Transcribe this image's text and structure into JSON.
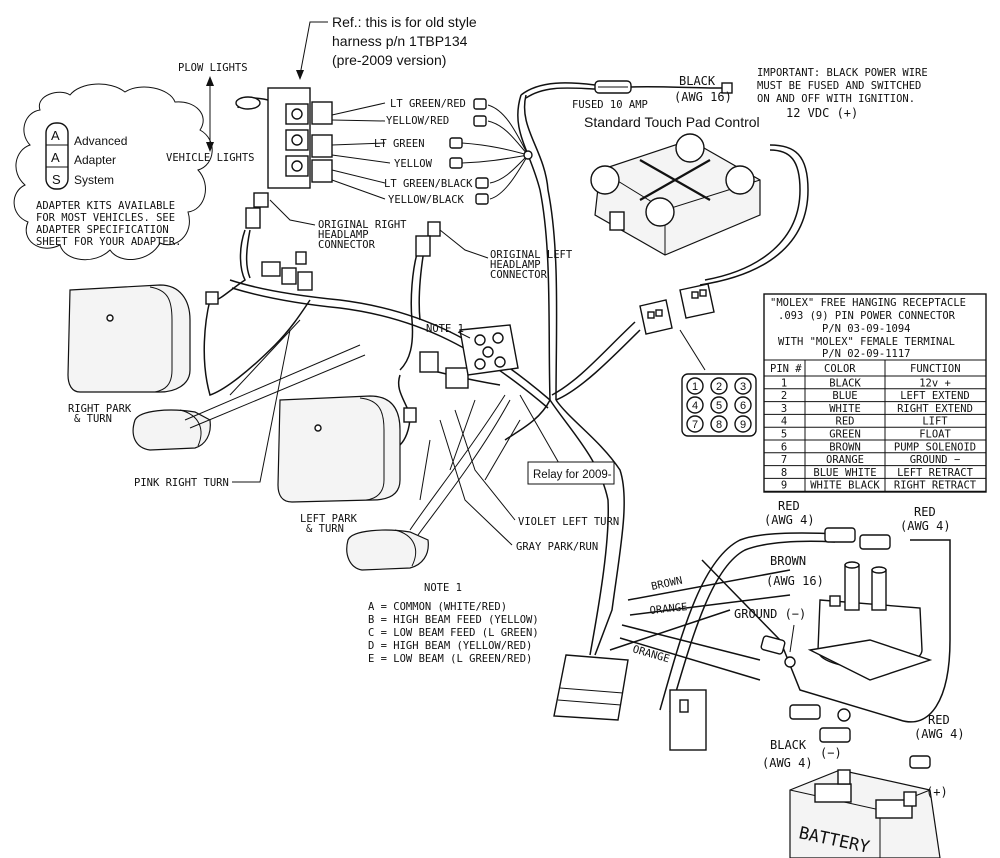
{
  "ref_note": [
    "Ref.: this is for old style",
    "harness p/n 1TBP134",
    "(pre-2009 version)"
  ],
  "labels": {
    "plow_lights": "PLOW LIGHTS",
    "vehicle_lights": "VEHICLE LIGHTS",
    "black": "BLACK",
    "awg16": "(AWG 16)",
    "fused": "FUSED 10 AMP",
    "touch_pad": "Standard Touch Pad Control",
    "important": [
      "IMPORTANT:  BLACK POWER WIRE",
      "MUST BE FUSED AND SWITCHED",
      "ON AND OFF WITH IGNITION."
    ],
    "volts": "12 VDC     (+)",
    "orig_right": [
      "ORIGINAL RIGHT",
      "HEADLAMP",
      "CONNECTOR"
    ],
    "orig_left": [
      "ORIGINAL LEFT",
      "HEADLAMP",
      "CONNECTOR"
    ],
    "note1": "NOTE 1",
    "right_park": [
      "RIGHT PARK",
      "& TURN"
    ],
    "left_park": [
      "LEFT  PARK",
      "& TURN"
    ],
    "pink_right": "PINK RIGHT TURN",
    "relay": "Relay for 2009-",
    "violet_left": "VIOLET LEFT TURN",
    "gray_park": "GRAY PARK/RUN",
    "brown_wire": "BROWN",
    "orange_wire1": "ORANGE",
    "orange_wire2": "ORANGE",
    "red1": [
      "RED",
      "(AWG 4)"
    ],
    "red2": [
      "RED",
      "(AWG 4)"
    ],
    "red3": [
      "RED",
      "(AWG 4)"
    ],
    "brown_awg": [
      "BROWN",
      "(AWG 16)"
    ],
    "ground": "GROUND (−)",
    "black_awg": [
      "BLACK",
      "(AWG 4)"
    ],
    "minus": "(−)",
    "plus": "(+)",
    "battery": "BATTERY"
  },
  "harness_wires": [
    "LT GREEN/RED",
    "YELLOW/RED",
    "LT GREEN",
    "YELLOW",
    "LT GREEN/BLACK",
    "YELLOW/BLACK"
  ],
  "aas": {
    "letters": [
      "A",
      "A",
      "S"
    ],
    "words": [
      "Advanced",
      "Adapter",
      "System"
    ],
    "text": [
      "ADAPTER KITS AVAILABLE",
      "FOR MOST VEHICLES. SEE",
      "ADAPTER SPECIFICATION",
      "SHEET FOR YOUR ADAPTER."
    ]
  },
  "molex": {
    "header": [
      "\"MOLEX\" FREE HANGING RECEPTACLE",
      ".093 (9) PIN POWER CONNECTOR",
      "P/N 03-09-1094",
      "WITH \"MOLEX\" FEMALE TERMINAL",
      "P/N 02-09-1117"
    ],
    "columns": [
      "PIN #",
      "COLOR",
      "FUNCTION"
    ],
    "rows": [
      [
        "1",
        "BLACK",
        "12v +"
      ],
      [
        "2",
        "BLUE",
        "LEFT EXTEND"
      ],
      [
        "3",
        "WHITE",
        "RIGHT EXTEND"
      ],
      [
        "4",
        "RED",
        "LIFT"
      ],
      [
        "5",
        "GREEN",
        "FLOAT"
      ],
      [
        "6",
        "BROWN",
        "PUMP SOLENOID"
      ],
      [
        "7",
        "ORANGE",
        "GROUND  −"
      ],
      [
        "8",
        "BLUE WHITE",
        "LEFT RETRACT"
      ],
      [
        "9",
        "WHITE BLACK",
        "RIGHT RETRACT"
      ]
    ]
  },
  "pinout": [
    "1",
    "2",
    "3",
    "4",
    "5",
    "6",
    "7",
    "8",
    "9"
  ],
  "note1_legend": {
    "title": "NOTE 1",
    "lines": [
      "A = COMMON   (WHITE/RED)",
      "B = HIGH BEAM FEED (YELLOW)",
      "C = LOW BEAM  FEED (L GREEN)",
      "D = HIGH BEAM (YELLOW/RED)",
      "E = LOW BEAM   (L GREEN/RED)"
    ]
  }
}
